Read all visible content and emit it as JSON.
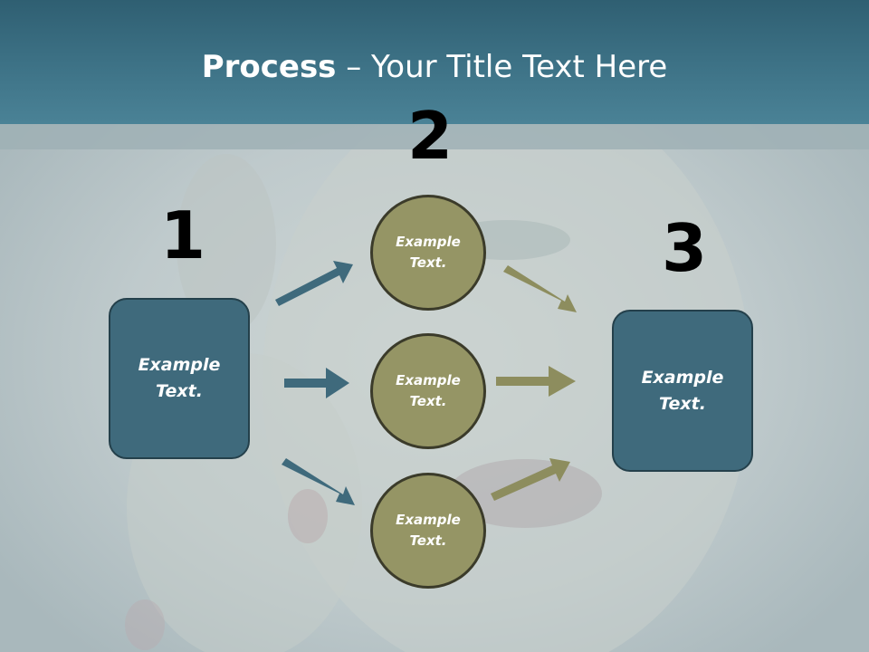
{
  "title": {
    "bold": "Process",
    "rest": " – Your Title Text Here"
  },
  "steps": {
    "one": "1",
    "two": "2",
    "three": "3"
  },
  "nodes": {
    "left_box": "Example\nText.",
    "circle_top": "Example\nText.",
    "circle_middle": "Example\nText.",
    "circle_bottom": "Example\nText.",
    "right_box": "Example\nText."
  },
  "colors": {
    "title_bar": "#3e7387",
    "box_fill": "#3f6a7c",
    "circle_fill": "#959565",
    "left_arrow": "#3f6a7c",
    "right_arrow": "#8d8d5e"
  }
}
